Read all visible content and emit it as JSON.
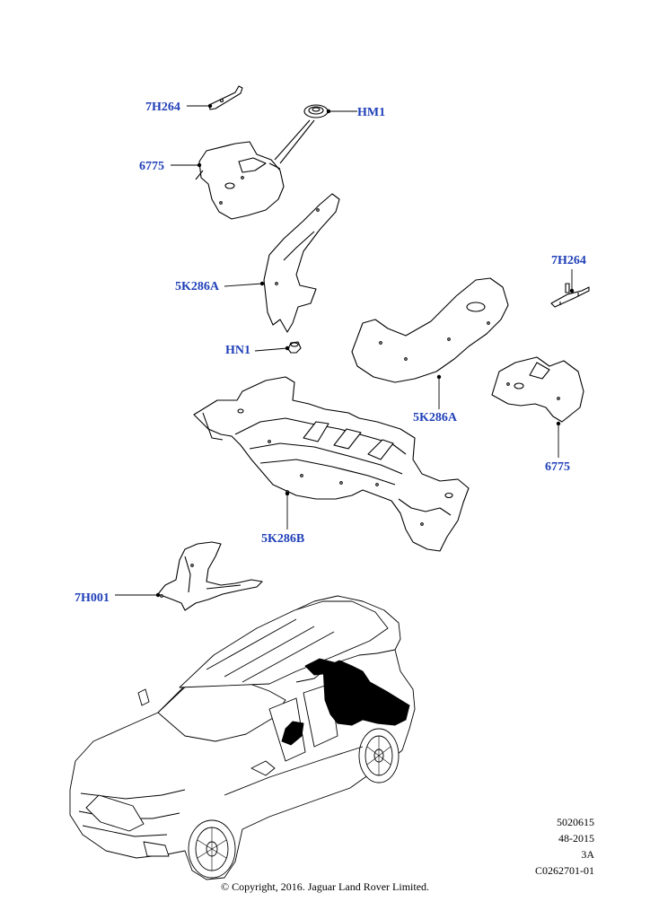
{
  "callouts": {
    "c1": "7H264",
    "c2": "HM1",
    "c3": "6775",
    "c4": "5K286A",
    "c5": "7H264",
    "c6": "HN1",
    "c7": "5K286A",
    "c8": "6775",
    "c9": "5K286B",
    "c10": "7H001"
  },
  "meta": {
    "line1": "5020615",
    "line2": "48-2015",
    "line3": "3A",
    "line4": "C0262701-01"
  },
  "copyright": "© Copyright, 2016. Jaguar Land Rover Limited.",
  "colors": {
    "callout": "#1f3fb8",
    "line": "#000000",
    "fill": "#ffffff",
    "highlight": "#000000"
  }
}
